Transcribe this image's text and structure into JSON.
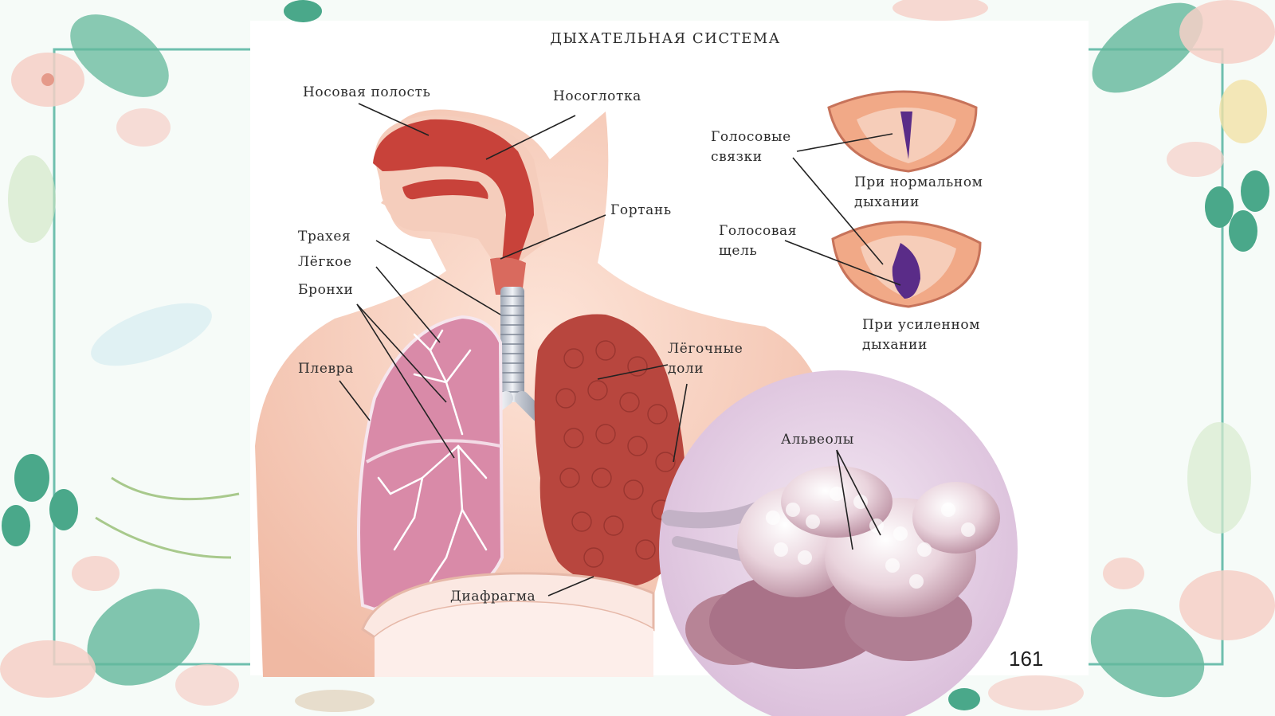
{
  "diagram": {
    "title": "ДЫХАТЕЛЬНАЯ СИСТЕМА",
    "labels": {
      "nasal_cavity": "Носовая полость",
      "nasopharynx": "Носоглотка",
      "larynx": "Гортань",
      "trachea": "Трахея",
      "lung": "Лёгкое",
      "bronchi": "Бронхи",
      "pleura": "Плевра",
      "lung_lobes": [
        "Лёгочные",
        "доли"
      ],
      "diaphragm": "Диафрагма",
      "alveoli": "Альвеолы",
      "vocal_cords": [
        "Голосовые",
        "связки"
      ],
      "glottis": [
        "Голосовая",
        "щель"
      ],
      "normal_breathing": [
        "При нормальном",
        "дыхании"
      ],
      "heavy_breathing": [
        "При усиленном",
        "дыхании"
      ]
    },
    "page_number": "161"
  },
  "colors": {
    "frame_border": "#6fbfae",
    "skin": "#f4c5b2",
    "airway": "#c8423a",
    "left_lung": "#d98aa8",
    "right_lung": "#b8463e",
    "alveoli_background": "#e3cfe4",
    "label_line": "#222222",
    "leaf": "#4aa88a",
    "flower": "#f6cfc7"
  }
}
